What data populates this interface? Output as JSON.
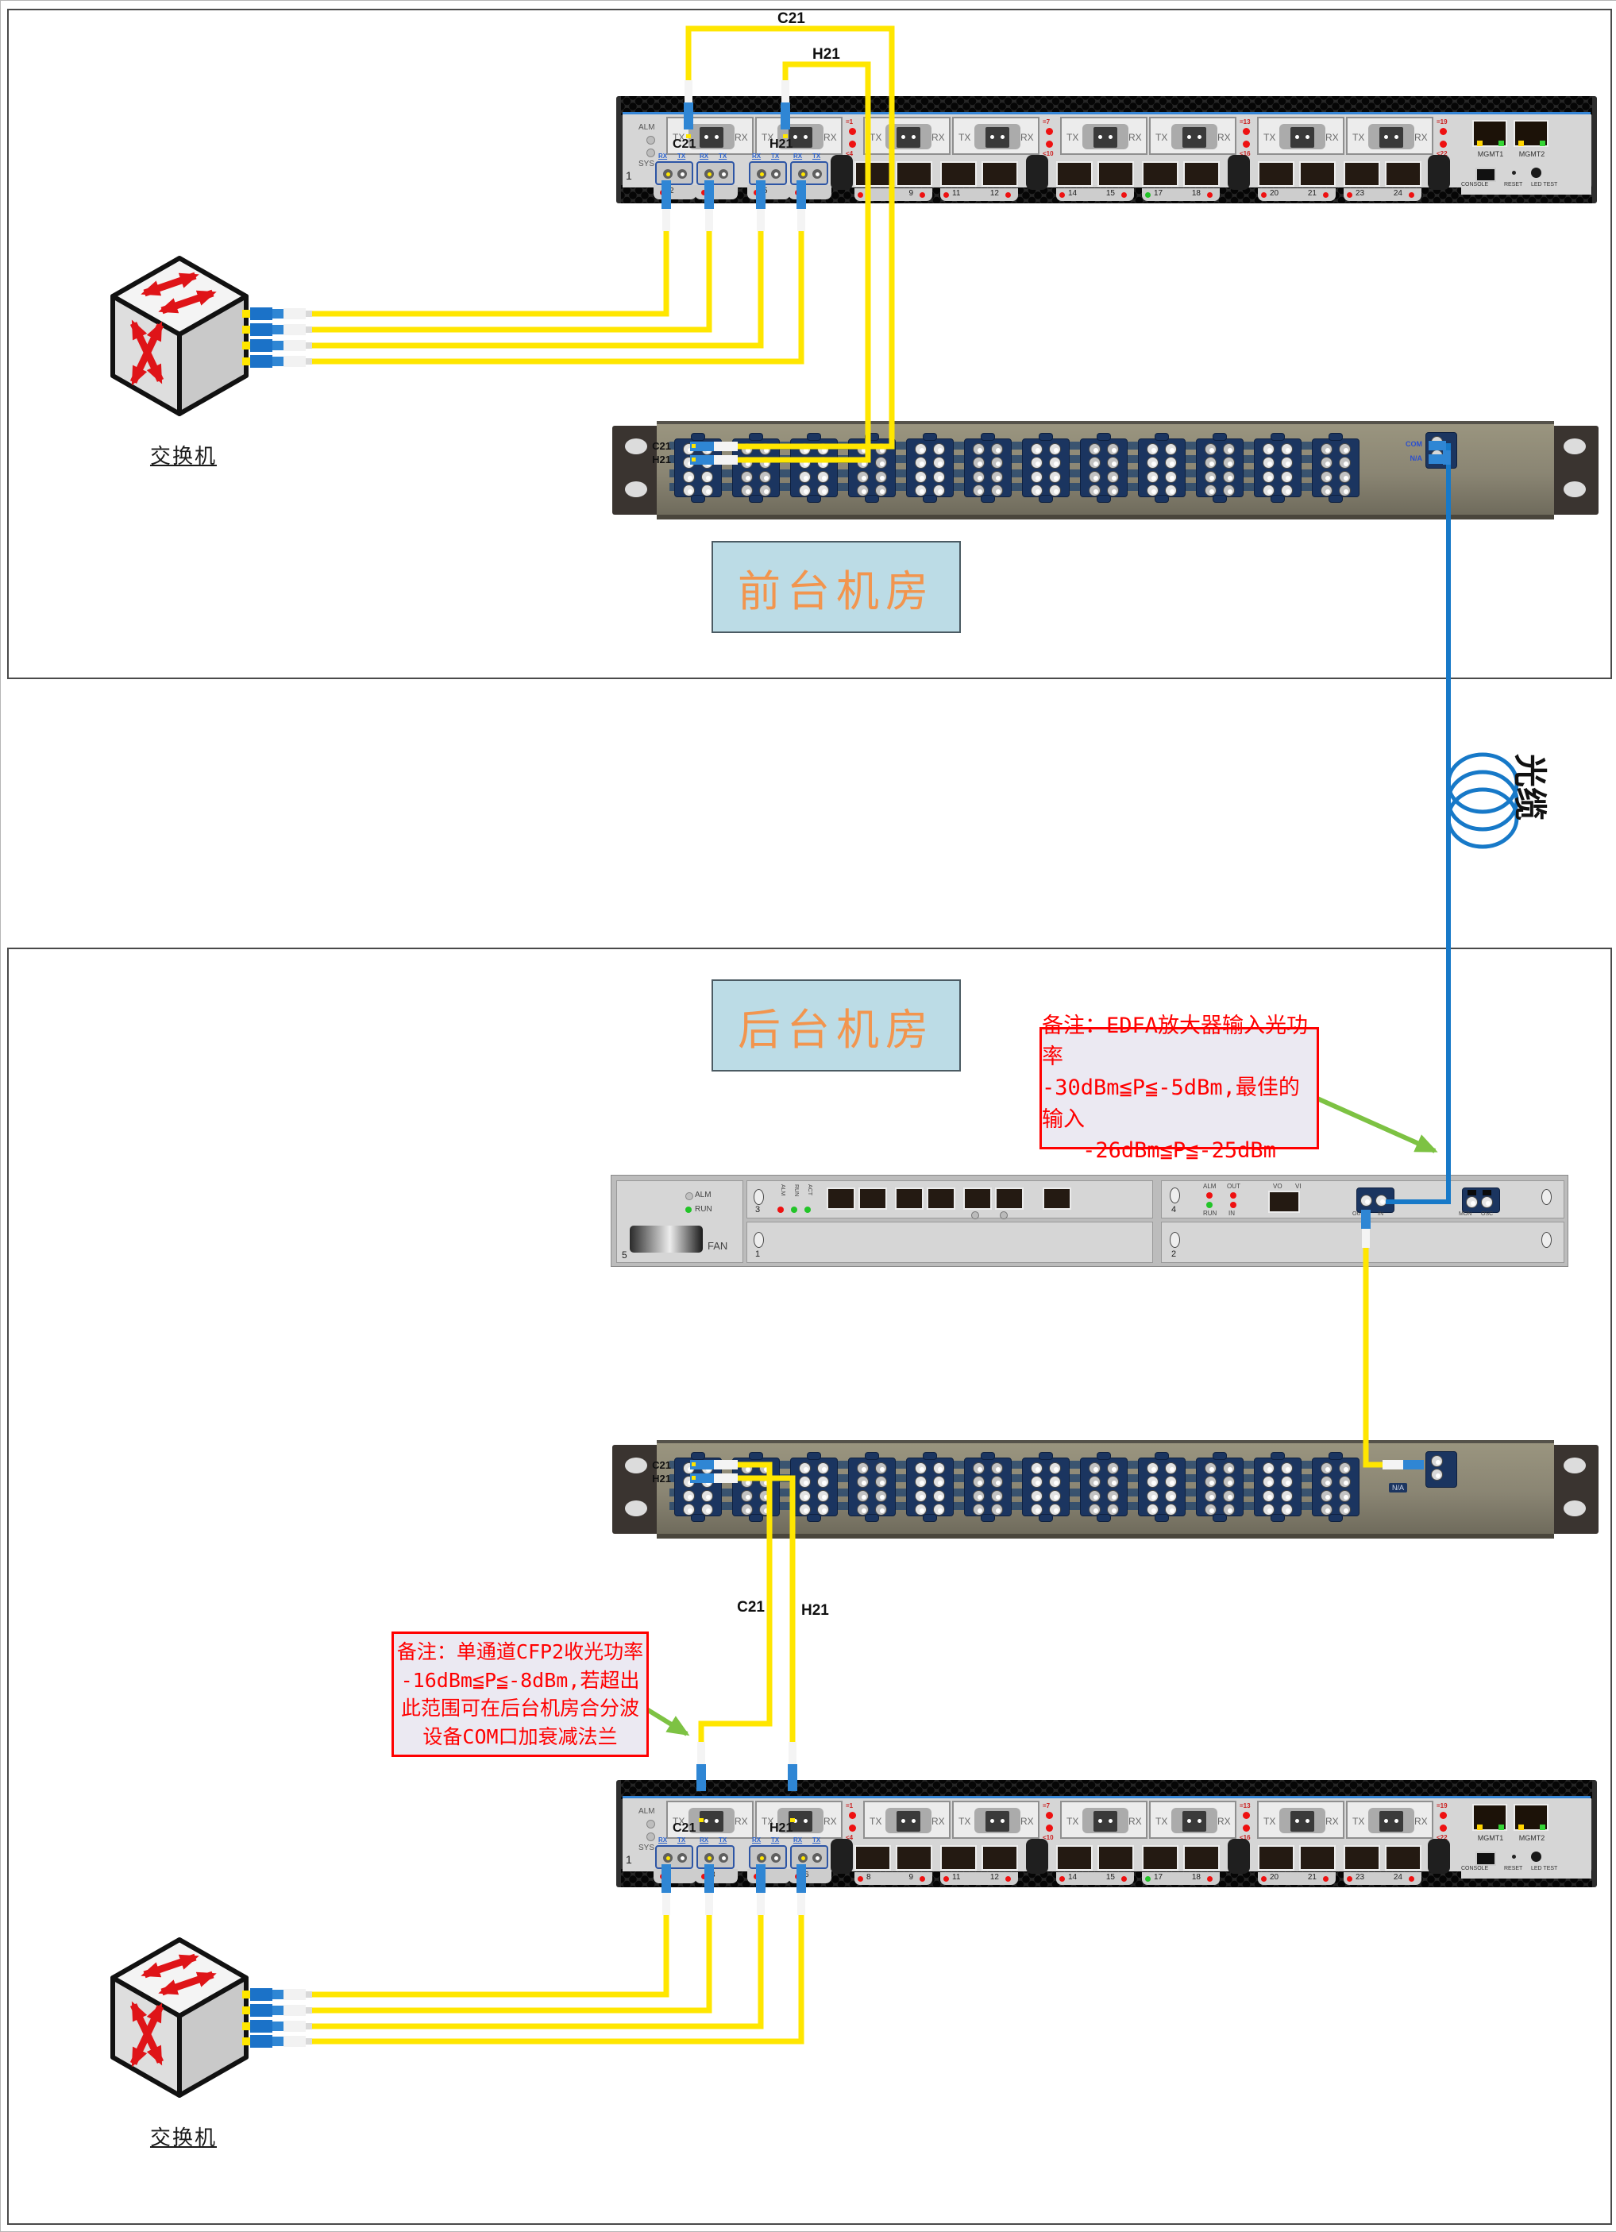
{
  "diagram": {
    "front_room": "前台机房",
    "back_room": "后台机房",
    "switch": "交换机",
    "fiber": "光缆"
  },
  "channels": {
    "c21": "C21",
    "h21": "H21"
  },
  "ports": {
    "com": "COM",
    "na": "N/A"
  },
  "notes": {
    "edfa_lines": [
      "备注：EDFA放大器输入光功率",
      "-30dBm≦P≦-5dBm,最佳的输入",
      "-26dBm≦P≦-25dBm"
    ],
    "cfp2_lines": [
      "备注：单通道CFP2收光功率",
      "-16dBm≦P≦-8dBm,若超出",
      "此范围可在后台机房合分波",
      "设备COM口加衰减法兰"
    ]
  },
  "transponder": {
    "chassis_no": "1",
    "alm": "ALM",
    "sys": "SYS",
    "tx": "TX",
    "rx": "RX",
    "sfp_rx": "RX",
    "sfp_tx": "TX",
    "cfp_leds": [
      [
        "=1",
        "<4"
      ],
      [
        "=7",
        "<10"
      ],
      [
        "=13",
        "<16"
      ],
      [
        "=19",
        "<22"
      ]
    ],
    "rj45_numbers": [
      "8",
      "9",
      "11",
      "12",
      "14",
      "15",
      "17",
      "18",
      "20",
      "21",
      "23",
      "24"
    ],
    "green_port": "17",
    "sfp_numbers_front": [
      "2",
      "",
      "5",
      ""
    ],
    "sfp_numbers_back": [
      "",
      "3",
      "",
      "6"
    ],
    "mgmt1": "MGMT1",
    "mgmt2": "MGMT2",
    "console": "CONSOLE",
    "reset": "RESET",
    "led_test": "LED TEST"
  },
  "edfa": {
    "fan": "FAN",
    "fan_slot": "5",
    "fan_alm": "ALM",
    "fan_run": "RUN",
    "slot3_no": "3",
    "slot3_leds": [
      "ALM",
      "RUN",
      "ACT"
    ],
    "slot1_no": "1",
    "slot2_no": "2",
    "slot4_no": "4",
    "led_alm": "ALM",
    "led_out": "OUT",
    "led_run": "RUN",
    "led_in": "IN",
    "vo": "VO",
    "vi": "VI",
    "out": "OUT",
    "in": "IN",
    "mon": "MON",
    "osc": "OSC"
  },
  "colors": {
    "yellow": "#FFE600",
    "blue": "#1779C8",
    "green_arrow": "#7DC243",
    "note_red": "#FF0000",
    "led_red": "#EE1111",
    "led_green": "#22C428",
    "room_bg": "#BCDCE6",
    "room_text": "#F2954E"
  }
}
